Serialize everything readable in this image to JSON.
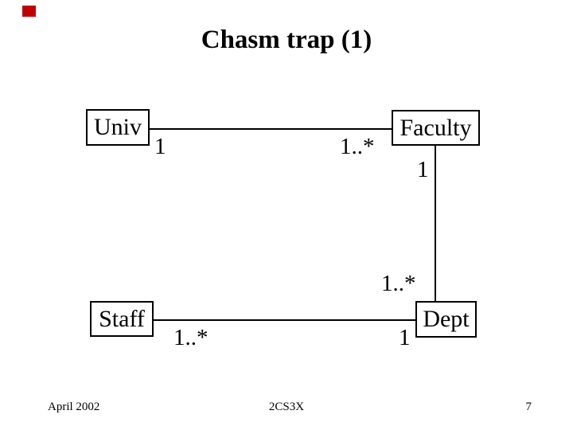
{
  "slide": {
    "title": "Chasm trap (1)",
    "background_color": "#FFFFFF",
    "text_color": "#000000",
    "corner_marker_color": "#C00000",
    "footer": {
      "date": "April 2002",
      "course_code": "2CS3X",
      "page_number": "7"
    }
  },
  "diagram": {
    "entities": [
      {
        "label": "Univ"
      },
      {
        "label": "Faculty"
      },
      {
        "label": "Staff"
      },
      {
        "label": "Dept"
      }
    ],
    "relationships": [
      {
        "from": "Univ",
        "to": "Faculty",
        "from_cardinality": "1",
        "to_cardinality": "1..*"
      },
      {
        "from": "Faculty",
        "to": "Dept",
        "from_cardinality": "1",
        "to_cardinality": "1..*"
      },
      {
        "from": "Staff",
        "to": "Dept",
        "from_cardinality": "1..*",
        "to_cardinality": "1"
      }
    ],
    "cardinality_labels": {
      "univ_side": "1",
      "faculty_side_top": "1..*",
      "faculty_side_vertical": "1",
      "dept_side_vertical": "1..*",
      "staff_side": "1..*",
      "dept_side_bottom": "1"
    }
  }
}
